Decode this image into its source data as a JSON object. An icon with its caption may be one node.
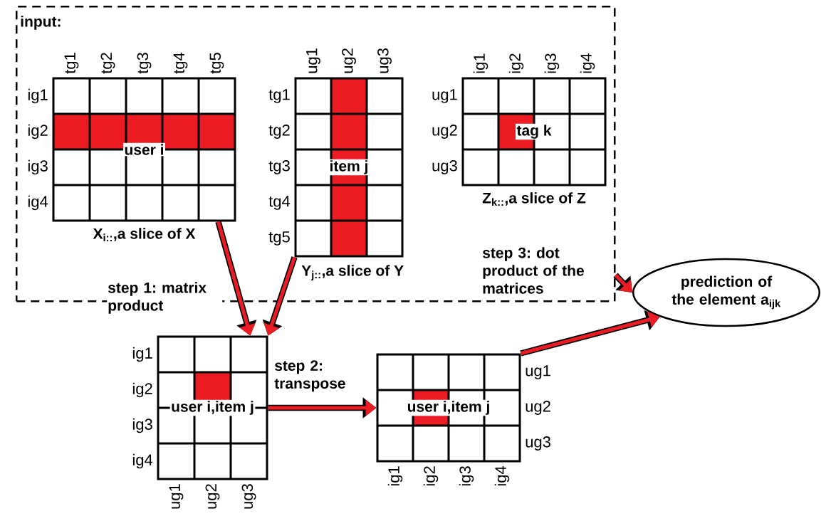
{
  "diagram": {
    "nodes": [
      {
        "text": [
          "input:"
        ]
      },
      {
        "text": [
          "user i"
        ],
        "in": 0,
        "beside": [
          "X$_{i::}$,a slice of X",
          "tg1",
          "tg2",
          "tg3",
          "tg4",
          "tg5",
          "ig1",
          "ig2",
          "ig3",
          "ig4"
        ]
      },
      {
        "text": [
          "item j"
        ],
        "in": 0,
        "beside": [
          "Y$_{j::}$,a slice of Y",
          "ug1",
          "ug2",
          "ug3",
          "tg1",
          "tg2",
          "tg3",
          "tg4",
          "tg5"
        ]
      },
      {
        "text": [
          "tag k"
        ],
        "in": 0,
        "beside": [
          "Z$_{k::}$,a slice of Z",
          "ig1",
          "ig2",
          "ig3",
          "ig4",
          "ug1",
          "ug2",
          "ug3"
        ]
      },
      {
        "text": [
          "user i,item j"
        ],
        "beside": [
          "ig1",
          "ig2",
          "ig3",
          "ig4",
          "ug1",
          "ug2",
          "ug3"
        ]
      },
      {
        "text": [
          "user i,item j"
        ],
        "beside": [
          "ug1",
          "ug2",
          "ug3",
          "ig1",
          "ig2",
          "ig3",
          "ig4"
        ]
      },
      {
        "text": [
          "prediction of the element a$_{ijk}$"
        ]
      }
    ],
    "edges": [
      {
        "from": 1,
        "to": 4,
        "arrow": "to",
        "label": "step 1: matrix product"
      },
      {
        "from": 2,
        "to": 4,
        "arrow": "to"
      },
      {
        "from": 4,
        "to": 5,
        "arrow": "to",
        "label": "step 2: transpose"
      },
      {
        "from": 0,
        "to": 6,
        "arrow": "to",
        "label": "step 3: dot product of the matrices"
      },
      {
        "from": 5,
        "to": 6,
        "arrow": "to"
      }
    ]
  }
}
